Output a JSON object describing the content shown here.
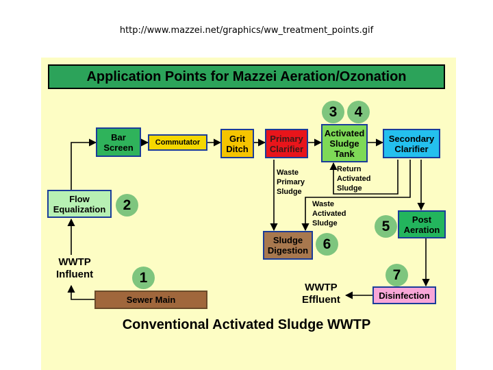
{
  "source_url": "http://www.mazzei.net/graphics/ww_treatment_points.gif",
  "title": "Application Points for Mazzei Aeration/Ozonation",
  "footer_title": "Conventional Activated Sludge WWTP",
  "nodes": {
    "bar_screen": "Bar\nScreen",
    "commutator": "Commutator",
    "grit_ditch": "Grit\nDitch",
    "primary_clarifier": "Primary\nClarifier",
    "activated_sludge_tank": "Activated\nSludge\nTank",
    "secondary_clarifier": "Secondary\nClarifier",
    "flow_equalization": "Flow\nEqualization",
    "sludge_digestion": "Sludge\nDigestion",
    "post_aeration": "Post\nAeration",
    "disinfection": "Disinfection",
    "sewer_main": "Sewer Main"
  },
  "labels": {
    "waste_primary_sludge": "Waste\nPrimary\nSludge",
    "return_activated_sludge": "Return\nActivated\nSludge",
    "waste_activated_sludge": "Waste\nActivated\nSludge",
    "wwtp_influent": "WWTP\nInfluent",
    "wwtp_effluent": "WWTP\nEffluent"
  },
  "points": {
    "p1": "1",
    "p2": "2",
    "p3": "3",
    "p4": "4",
    "p5": "5",
    "p6": "6",
    "p7": "7"
  },
  "colors": {
    "panel": "#fdfdc4",
    "title_bg": "#2ca35a",
    "bar_screen": "#2fb35b",
    "commutator": "#f5d800",
    "grit_ditch": "#f5c400",
    "primary_clarifier": "#e8151b",
    "activated_sludge_tank": "#7ed957",
    "secondary_clarifier": "#24c0ee",
    "flow_equalization": "#b7f0b3",
    "sludge_digestion": "#a8784e",
    "post_aeration": "#23b55d",
    "disinfection": "#f8a6d8",
    "sewer_main": "#a0673c",
    "point_circle": "#7ec57e"
  }
}
